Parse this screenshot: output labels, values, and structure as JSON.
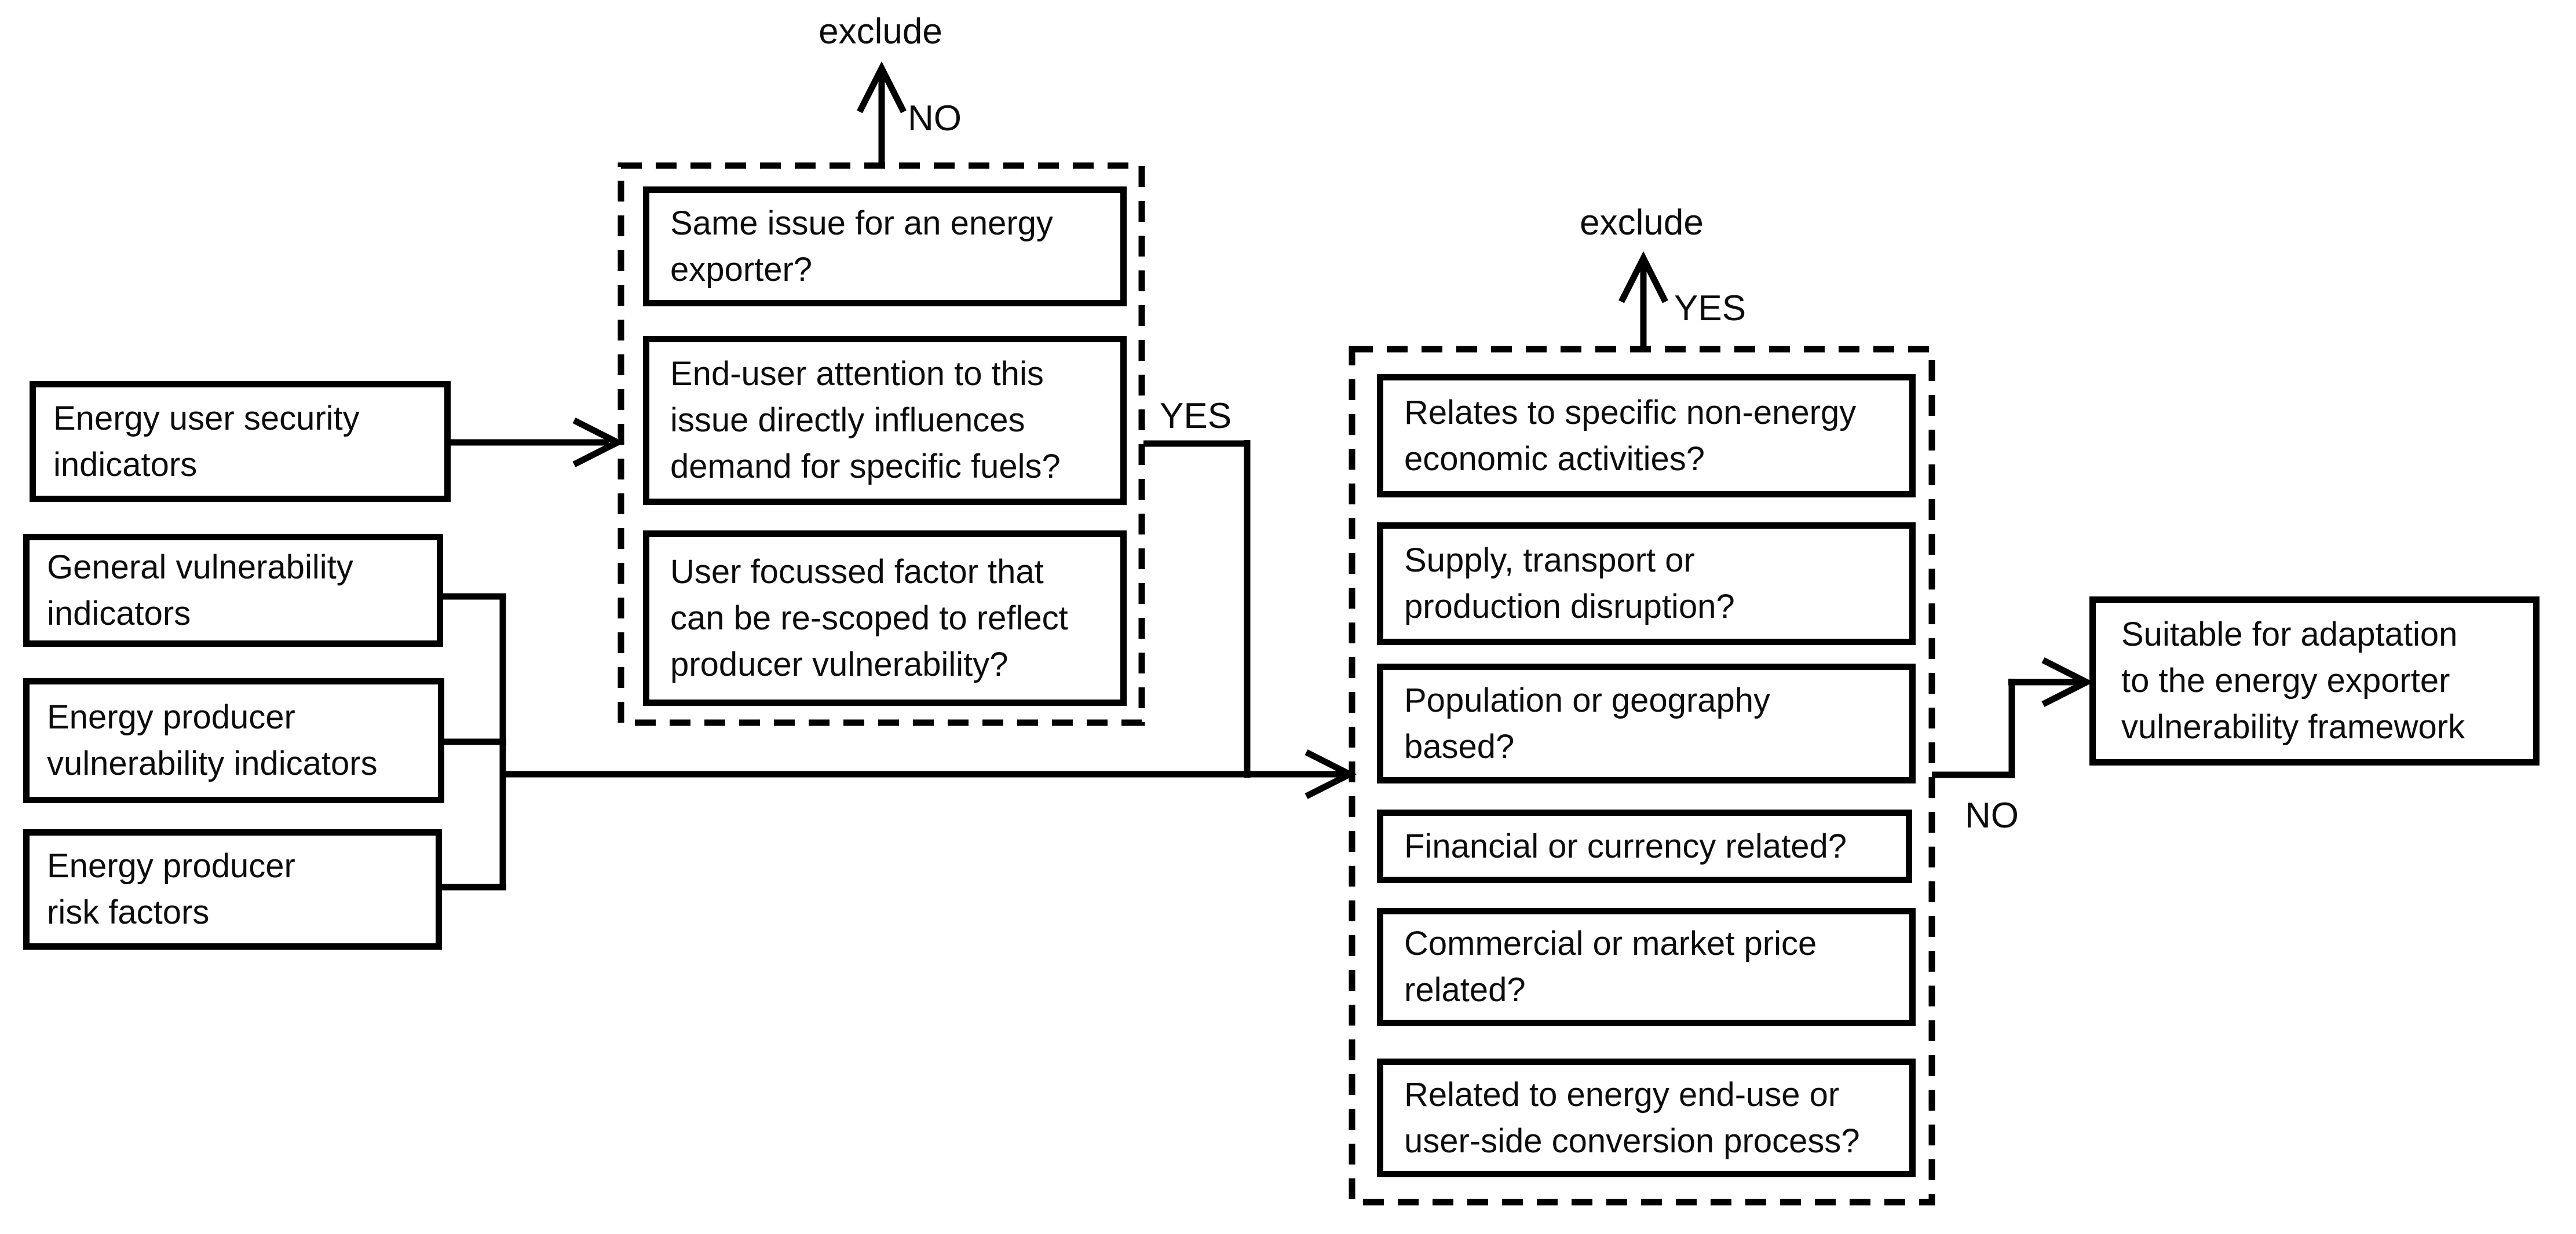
{
  "diagram": {
    "source_boxes": [
      "Energy user security\nindicators",
      "General vulnerability\nindicators",
      "Energy producer\nvulnerability indicators",
      "Energy producer\nrisk factors"
    ],
    "user_filter_group": [
      "Same issue for an energy\nexporter?",
      "End-user attention to this\nissue directly influences\ndemand for specific fuels?",
      "User focussed factor that\ncan be re-scoped to reflect\nproducer vulnerability?"
    ],
    "producer_filter_group": [
      "Relates to specific non-energy\neconomic activities?",
      "Supply, transport or\nproduction disruption?",
      "Population or geography\nbased?",
      "Financial or currency related?",
      "Commercial or market price\nrelated?",
      "Related to energy end-use or\nuser-side conversion process?"
    ],
    "outcome_box": "Suitable for adaptation\nto the energy exporter\nvulnerability framework",
    "labels": {
      "exclude_user": "exclude",
      "no_user": "NO",
      "yes_user": "YES",
      "exclude_producer": "exclude",
      "yes_producer": "YES",
      "no_producer": "NO"
    },
    "line_color": "#000000"
  }
}
